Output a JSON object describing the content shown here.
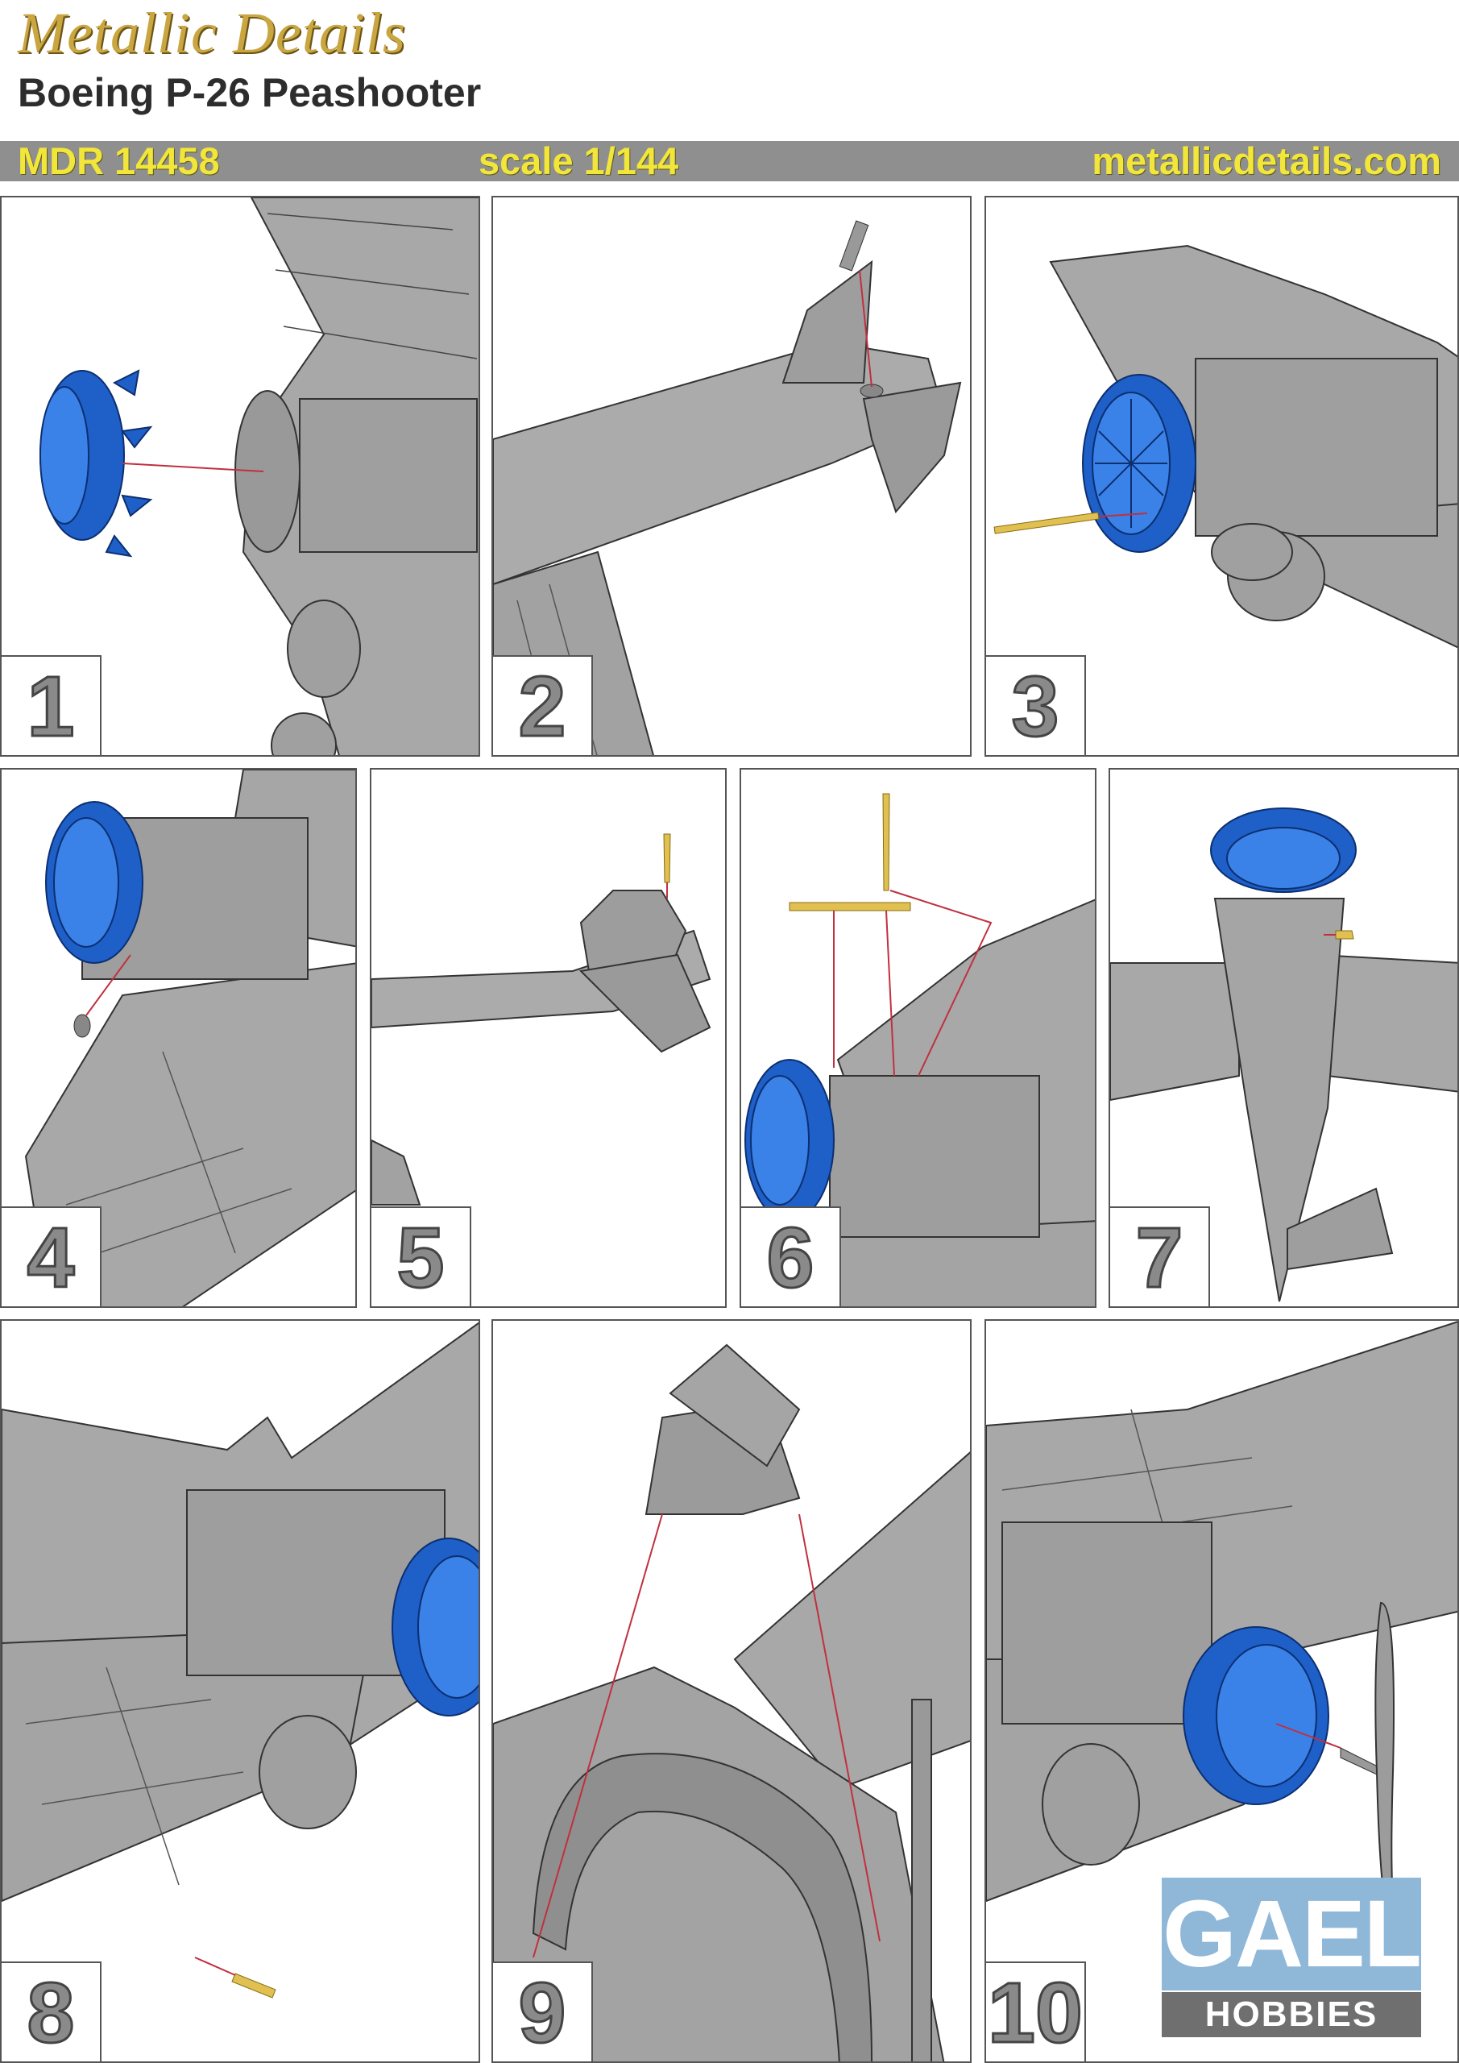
{
  "header": {
    "brand": "Metallic Details",
    "product_name": "Boeing P-26 Peashooter",
    "code": "MDR 14458",
    "scale": "scale 1/144",
    "website": "metallicdetails.com"
  },
  "colors": {
    "bar_background": "#8f8f8f",
    "bar_text": "#f2e63a",
    "part_gray": "#a8a8a8",
    "engine_blue": "#1e5fc8",
    "brass": "#e0c050",
    "guide_line": "#c03040"
  },
  "steps": [
    {
      "number": "1"
    },
    {
      "number": "2"
    },
    {
      "number": "3"
    },
    {
      "number": "4"
    },
    {
      "number": "5"
    },
    {
      "number": "6"
    },
    {
      "number": "7"
    },
    {
      "number": "8"
    },
    {
      "number": "9"
    },
    {
      "number": "10"
    }
  ],
  "badge": {
    "top": "GAEL",
    "bottom": "HOBBIES"
  }
}
